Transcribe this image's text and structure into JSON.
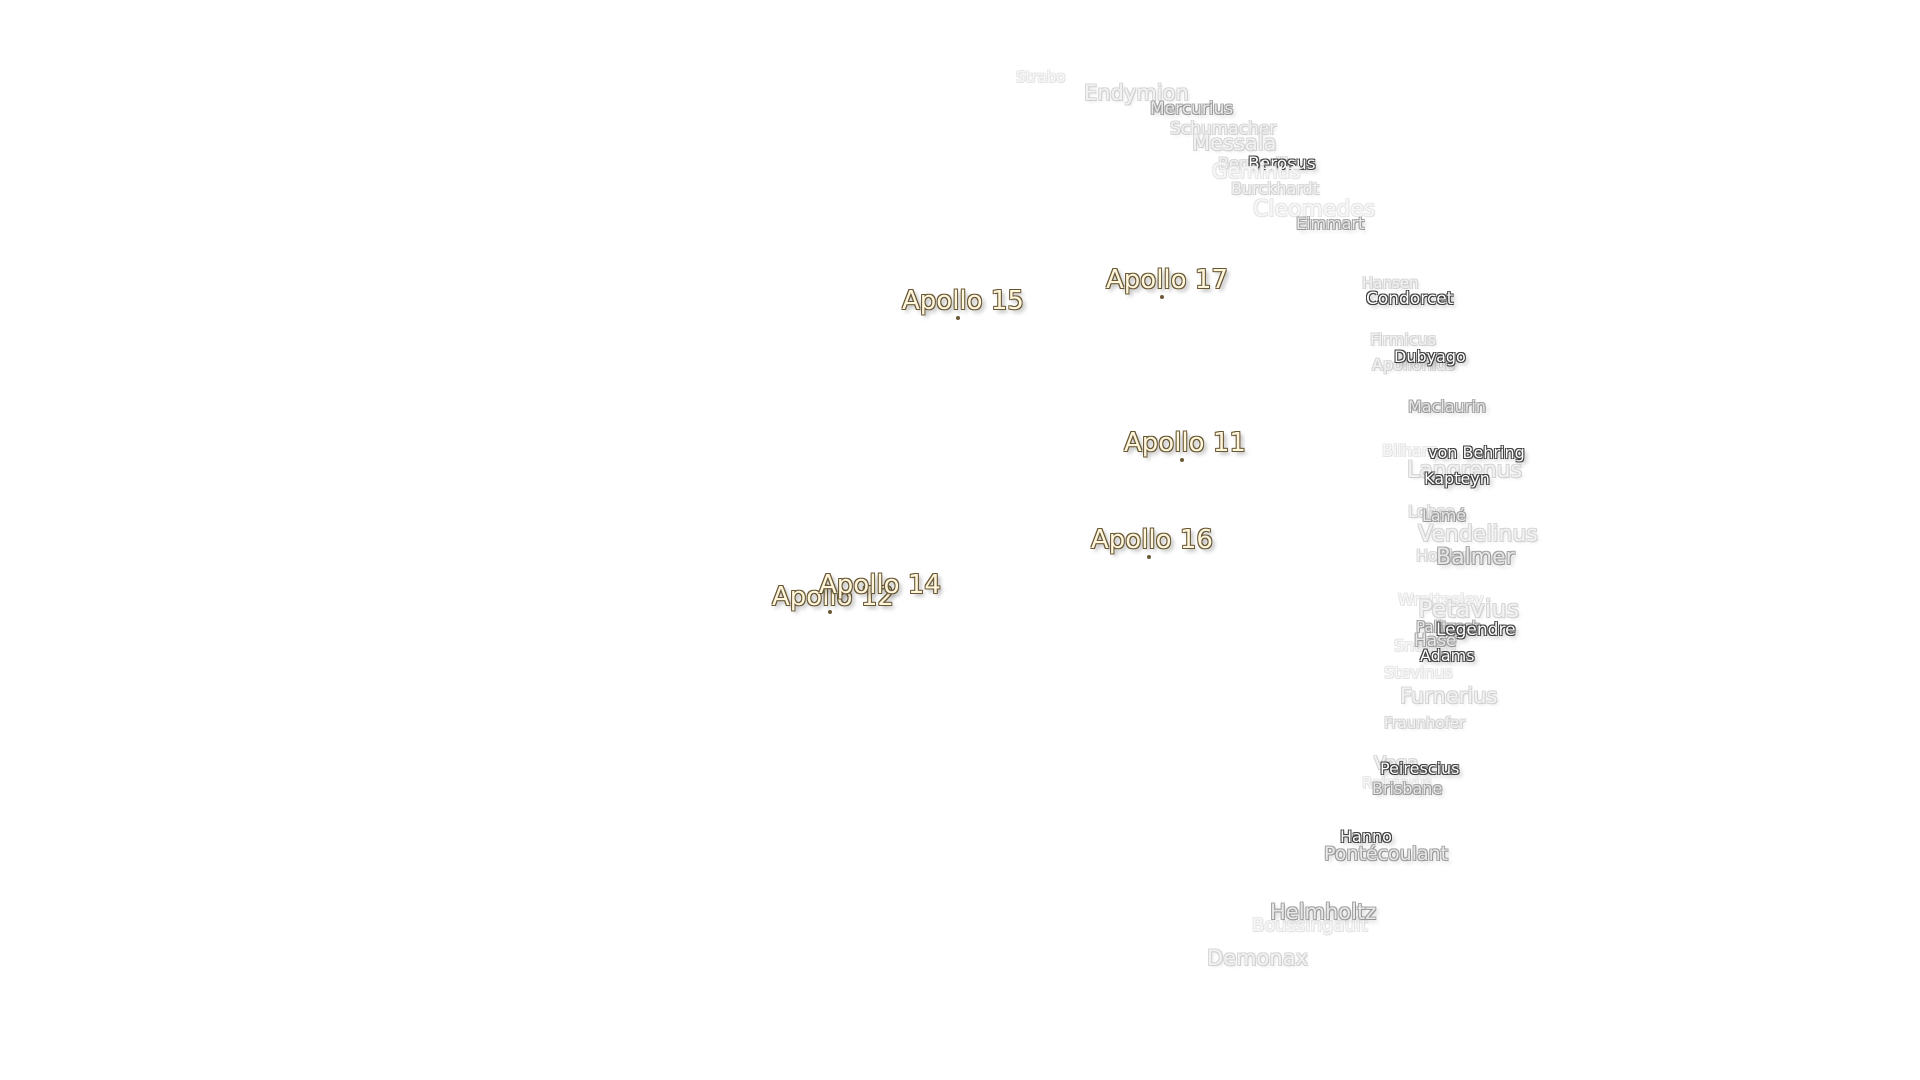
{
  "map": {
    "landing_sites": [
      {
        "id": "apollo-11",
        "label": "Apollo 11"
      },
      {
        "id": "apollo-12",
        "label": "Apollo 12"
      },
      {
        "id": "apollo-14",
        "label": "Apollo 14"
      },
      {
        "id": "apollo-15",
        "label": "Apollo 15"
      },
      {
        "id": "apollo-16",
        "label": "Apollo 16"
      },
      {
        "id": "apollo-17",
        "label": "Apollo 17"
      }
    ],
    "craters": {
      "strabo": "Strabo",
      "endymion": "Endymion",
      "mercurius": "Mercurius",
      "schumacher": "Schumacher",
      "messala": "Messala",
      "berosus": "Berosus",
      "bernoulli": "Bernoulli",
      "geminus": "Geminus",
      "burckhardt": "Burckhardt",
      "cleomedes": "Cleomedes",
      "eimmart": "Eimmart",
      "hansen": "Hansen",
      "condorcet": "Condorcet",
      "firmicus": "Firmicus",
      "dubyago": "Dubyago",
      "apollonius": "Apollonius",
      "maclaurin": "Maclaurin",
      "bilharz": "Bilharz",
      "von_behring": "von Behring",
      "langrenus": "Langrenus",
      "kapteyn": "Kapteyn",
      "lohse": "Lohse",
      "lame": "Lamé",
      "vendelinus": "Vendelinus",
      "holden": "Holden",
      "balmer": "Balmer",
      "wrottesley": "Wrottesley",
      "petavius": "Petavius",
      "palitzsch": "Palitzsch",
      "legendre": "Legendre",
      "snellius": "Snellius",
      "hase": "Hase",
      "adams": "Adams",
      "stevinus": "Stevinus",
      "furnerius": "Furnerius",
      "fraunhofer": "Fraunhofer",
      "vega": "Vega",
      "peirescius": "Peirescius",
      "reimarus": "Reimarus",
      "brisbane": "Brisbane",
      "hanno": "Hanno",
      "pontecoulant": "Pontécoulant",
      "helmholtz": "Helmholtz",
      "boussingault": "Boussingault",
      "demonax": "Demonax"
    }
  }
}
